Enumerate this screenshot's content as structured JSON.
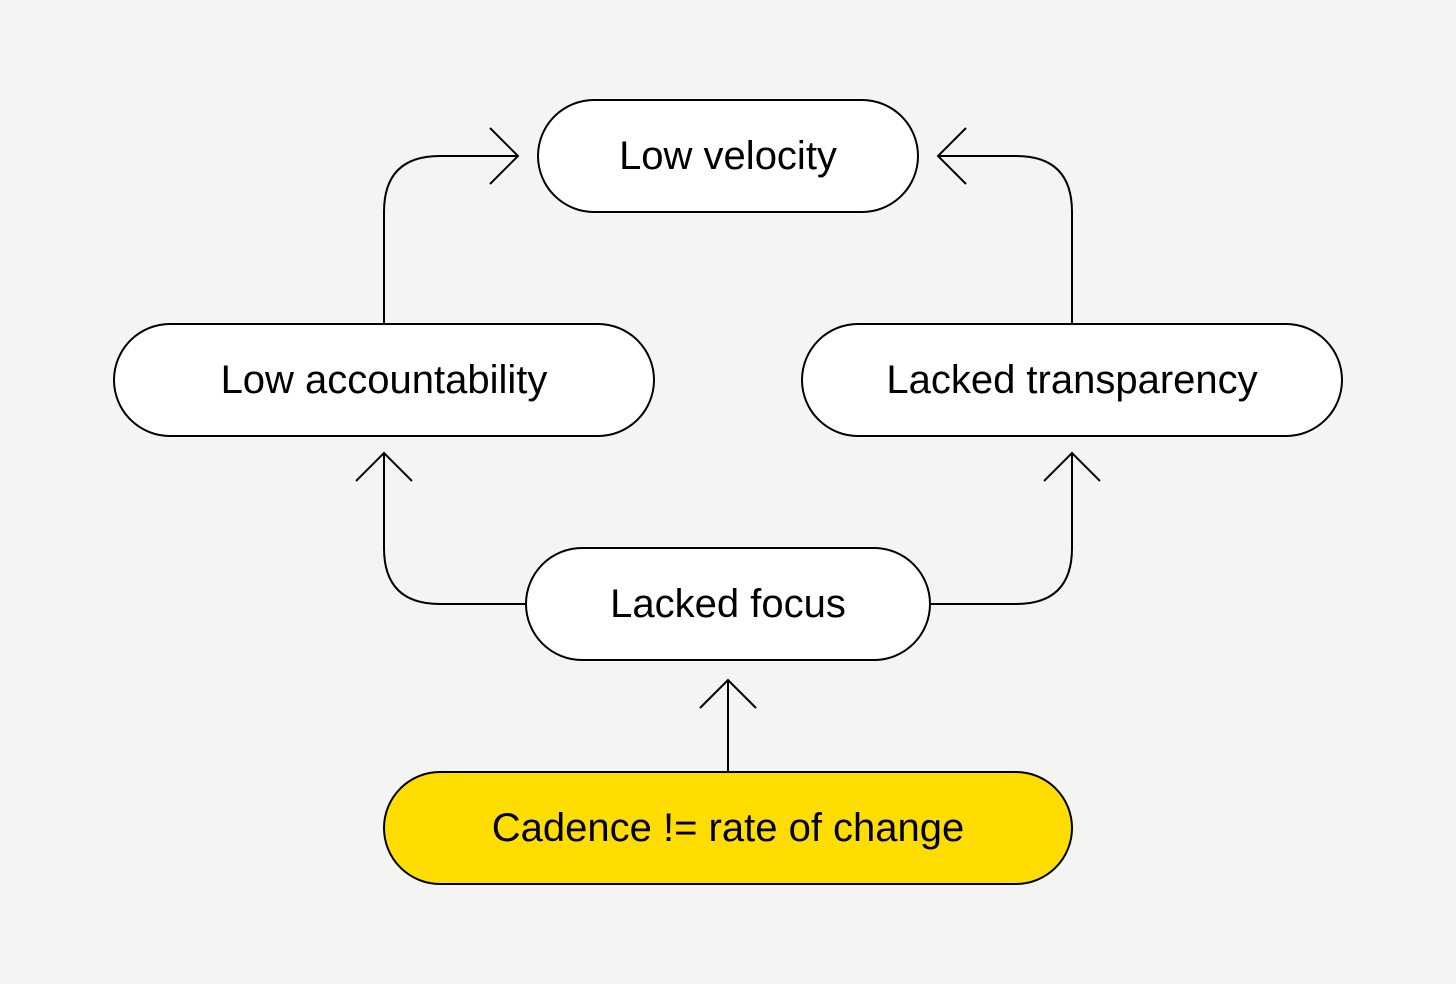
{
  "diagram": {
    "nodes": {
      "low_velocity": "Low velocity",
      "low_accountability": "Low accountability",
      "lacked_transparency": "Lacked transparency",
      "lacked_focus": "Lacked focus",
      "root_cause": "Cadence != rate of change"
    },
    "colors": {
      "background": "#f4f5f2",
      "node_fill": "#ffffff",
      "root_fill": "#ffdd00",
      "stroke": "#000000"
    }
  }
}
